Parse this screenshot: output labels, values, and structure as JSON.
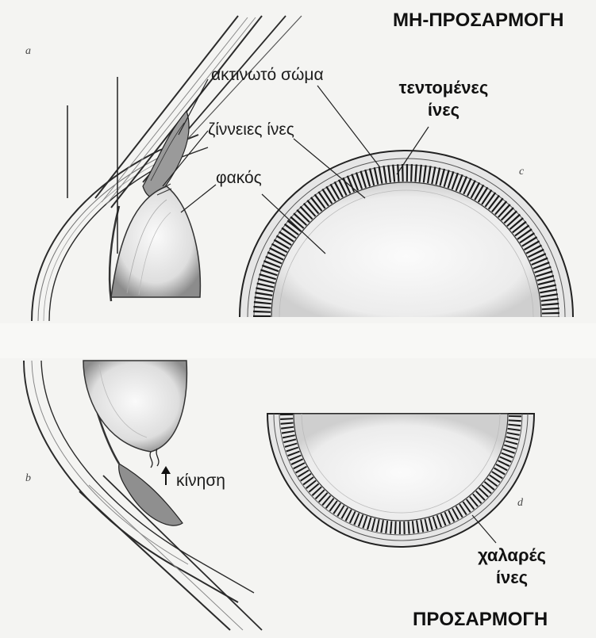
{
  "titles": {
    "top": "ΜΗ-ΠΡΟΣΑΡΜΟΓΗ",
    "bottom": "ΠΡΟΣΑΡΜΟΓΗ"
  },
  "labels": {
    "ciliary_body": "ακτινωτό σώμα",
    "zonular_fibers": "ζίννειες ίνες",
    "lens": "φακός",
    "movement": "κίνηση",
    "tense_fibers_line1": "τεντομένες",
    "tense_fibers_line2": "ίνες",
    "loose_fibers_line1": "χαλαρές",
    "loose_fibers_line2": "ίνες"
  },
  "panels": {
    "a": "a",
    "b": "b",
    "c": "c",
    "d": "d"
  }
}
